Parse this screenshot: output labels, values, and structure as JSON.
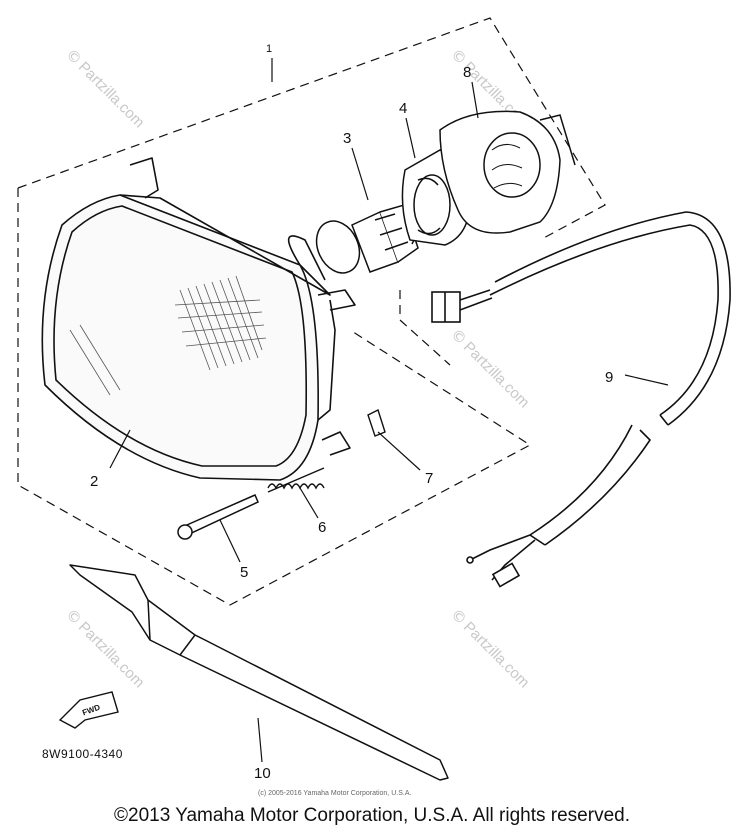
{
  "callouts": [
    "2",
    "3",
    "4",
    "5",
    "6",
    "7",
    "8",
    "9",
    "10",
    "1"
  ],
  "watermark": "Partzilla.com",
  "watermark_symbol": "©",
  "part_code": "8W9100-4340",
  "fwd_label": "FWD",
  "small_copyright": "(c) 2005-2016 Yamaha Motor Corporation, U.S.A.",
  "copyright": "©2013 Yamaha Motor Corporation, U.S.A. All rights reserved."
}
